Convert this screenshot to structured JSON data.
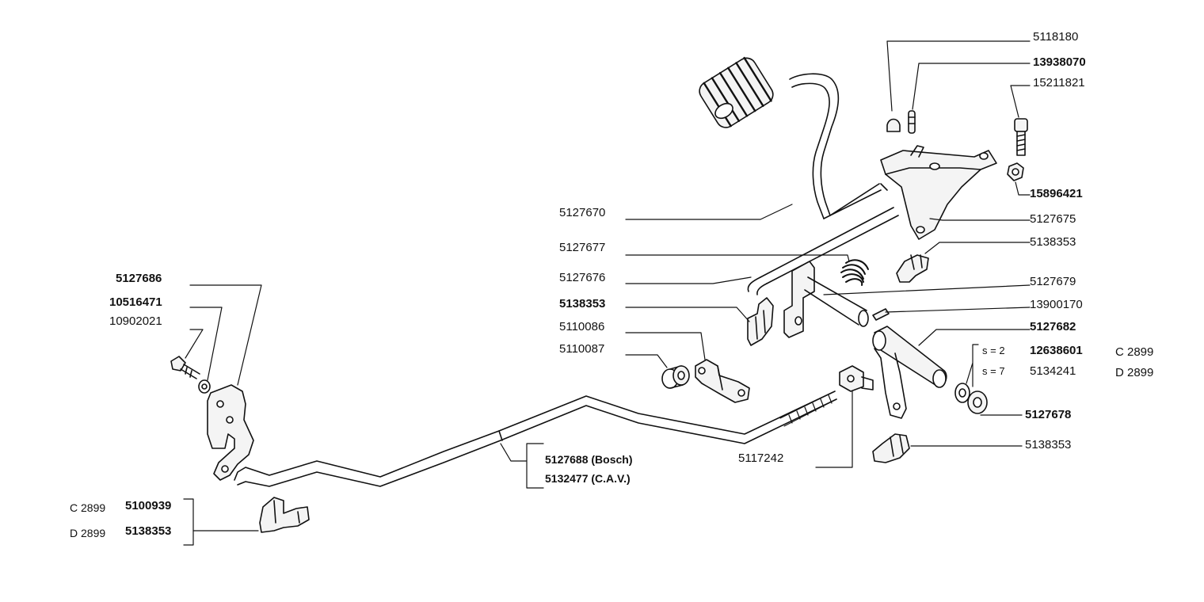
{
  "colors": {
    "ink": "#111111",
    "paper": "#ffffff",
    "part_fill": "#f4f4f4"
  },
  "labels": {
    "p5118180": "5118180",
    "p13938070": "13938070",
    "p15211821": "15211821",
    "p15896421": "15896421",
    "p5127670": "5127670",
    "p5127675": "5127675",
    "p5138353_a": "5138353",
    "p5127677": "5127677",
    "p5127676": "5127676",
    "p5127679": "5127679",
    "p5138353_b": "5138353",
    "p13900170": "13900170",
    "p5110086": "5110086",
    "p5127682": "5127682",
    "p5110087": "5110087",
    "s2": "s = 2",
    "p12638601": "12638601",
    "c2899_r": "C 2899",
    "s7": "s = 7",
    "p5134241": "5134241",
    "d2899_r": "D 2899",
    "p5127678": "5127678",
    "p5127686": "5127686",
    "p10516471": "10516471",
    "p10902021": "10902021",
    "p5127688": "5127688 (Bosch)",
    "p5132477": "5132477 (C.A.V.)",
    "p5117242": "5117242",
    "p5138353_c": "5138353",
    "c2899_l": "C 2899",
    "p5100939": "5100939",
    "d2899_l": "D 2899",
    "p5138353_d": "5138353"
  },
  "icons": [
    "accelerator-pedal-icon",
    "pedal-bracket-icon",
    "pedal-rod-icon",
    "return-spring-icon",
    "pivot-shaft-icon",
    "shaft-lever-icon",
    "clip-icon",
    "bushing-icon",
    "link-plate-icon",
    "screw-icon",
    "cap-nut-icon",
    "pin-icon",
    "nut-icon",
    "washer-icon",
    "ball-joint-icon",
    "pump-lever-bracket-icon",
    "throttle-rod-icon"
  ]
}
